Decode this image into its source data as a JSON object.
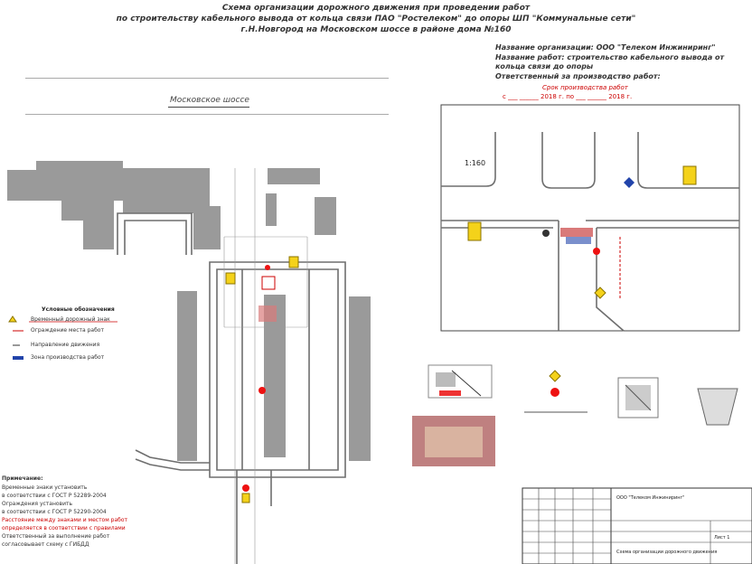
{
  "header": {
    "line1": "Схема организации дорожного движения при проведении работ",
    "line2": "по строительству кабельного вывода от кольца связи ПАО \"Ростелеком\" до опоры ШП \"Коммунальные сети\"",
    "line3": "г.Н.Новгород на Московском шоссе в районе дома №160"
  },
  "org_info": {
    "org": "Название организации: ООО \"Телеком Инжиниринг\"",
    "works": "Название работ: строительство кабельного вывода от",
    "works2": "кольца связи до опоры",
    "responsible": "Ответственный за производство работ:",
    "period_label": "Срок производства работ",
    "period_value": "с ___ ______ 2018 г. по ___ ______ 2018 г."
  },
  "main_plan": {
    "street_label": "Московское шоссе"
  },
  "inset": {
    "scale_label": "1:160"
  },
  "legend": {
    "title": "Условные обозначения",
    "items": [
      "Временный дорожный знак",
      "Ограждение места работ",
      "Направление движения",
      "Зона производства работ"
    ]
  },
  "notes": {
    "title": "Примечание:",
    "lines": [
      "Временные знаки установить",
      "в соответствии с ГОСТ Р 52289-2004",
      "Ограждения установить",
      "в соответствии с ГОСТ Р 52290-2004",
      "Расстояние между знаками и местом работ",
      "определяется в соответствии с правилами",
      "Ответственный за выполнение работ",
      "согласовывает схему с ГИБДД"
    ]
  },
  "stamp": {
    "title": "Схема организации дорожного движения",
    "sheet": "Лист 1",
    "org_short": "ООО \"Телеком Инжиниринг\""
  },
  "colors": {
    "building": "#9a9a9a",
    "road": "#6e6e6e",
    "sign_yellow": "#f4d21a",
    "sign_red": "#ee1111",
    "work_zone": "#d97a7a",
    "blue_sign": "#2244aa"
  }
}
